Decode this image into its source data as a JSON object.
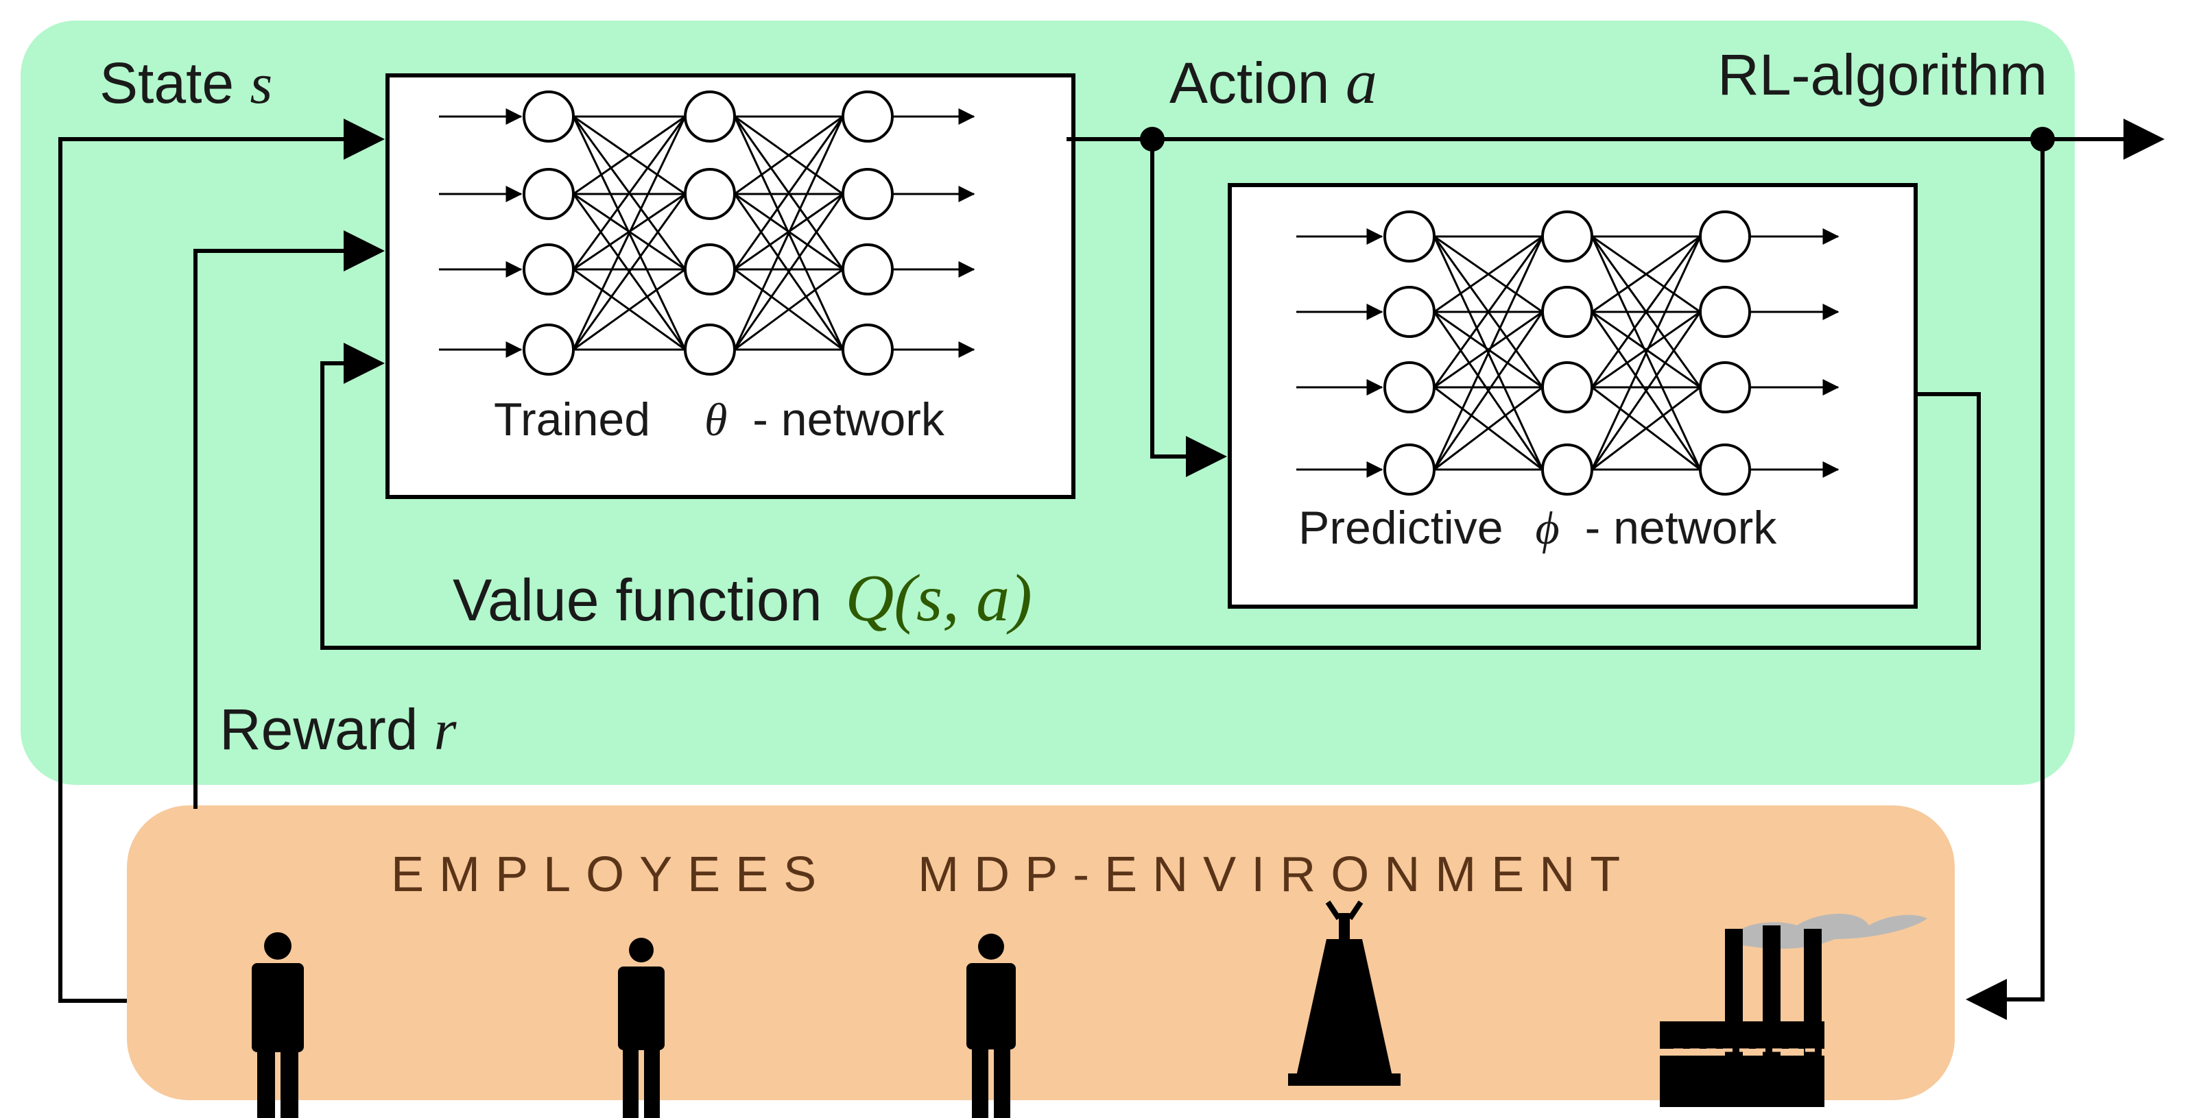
{
  "diagram": {
    "state_label": "State ",
    "state_var": "s",
    "action_label": "Action ",
    "action_var": "a",
    "rl_label": "RL-algorithm",
    "value_label": "Value function ",
    "value_math": "Q(s, a)",
    "reward_label": "Reward ",
    "reward_var": "r",
    "trained_network": {
      "prefix": "Trained",
      "symbol": "θ",
      "suffix": "- network"
    },
    "predictive_network": {
      "prefix": "Predictive",
      "symbol": "ϕ",
      "suffix": "- network"
    },
    "environment_title": "EMPLOYEES   MDP-ENVIRONMENT",
    "environment_icons": [
      "person-icon",
      "person-icon",
      "person-icon",
      "oil-rig-icon",
      "factory-icon"
    ],
    "colors": {
      "rl_background": "#b3f7cc",
      "environment_background": "#f7c99b",
      "lines": "#000000",
      "factory_smoke": "#b8b8b8"
    }
  }
}
